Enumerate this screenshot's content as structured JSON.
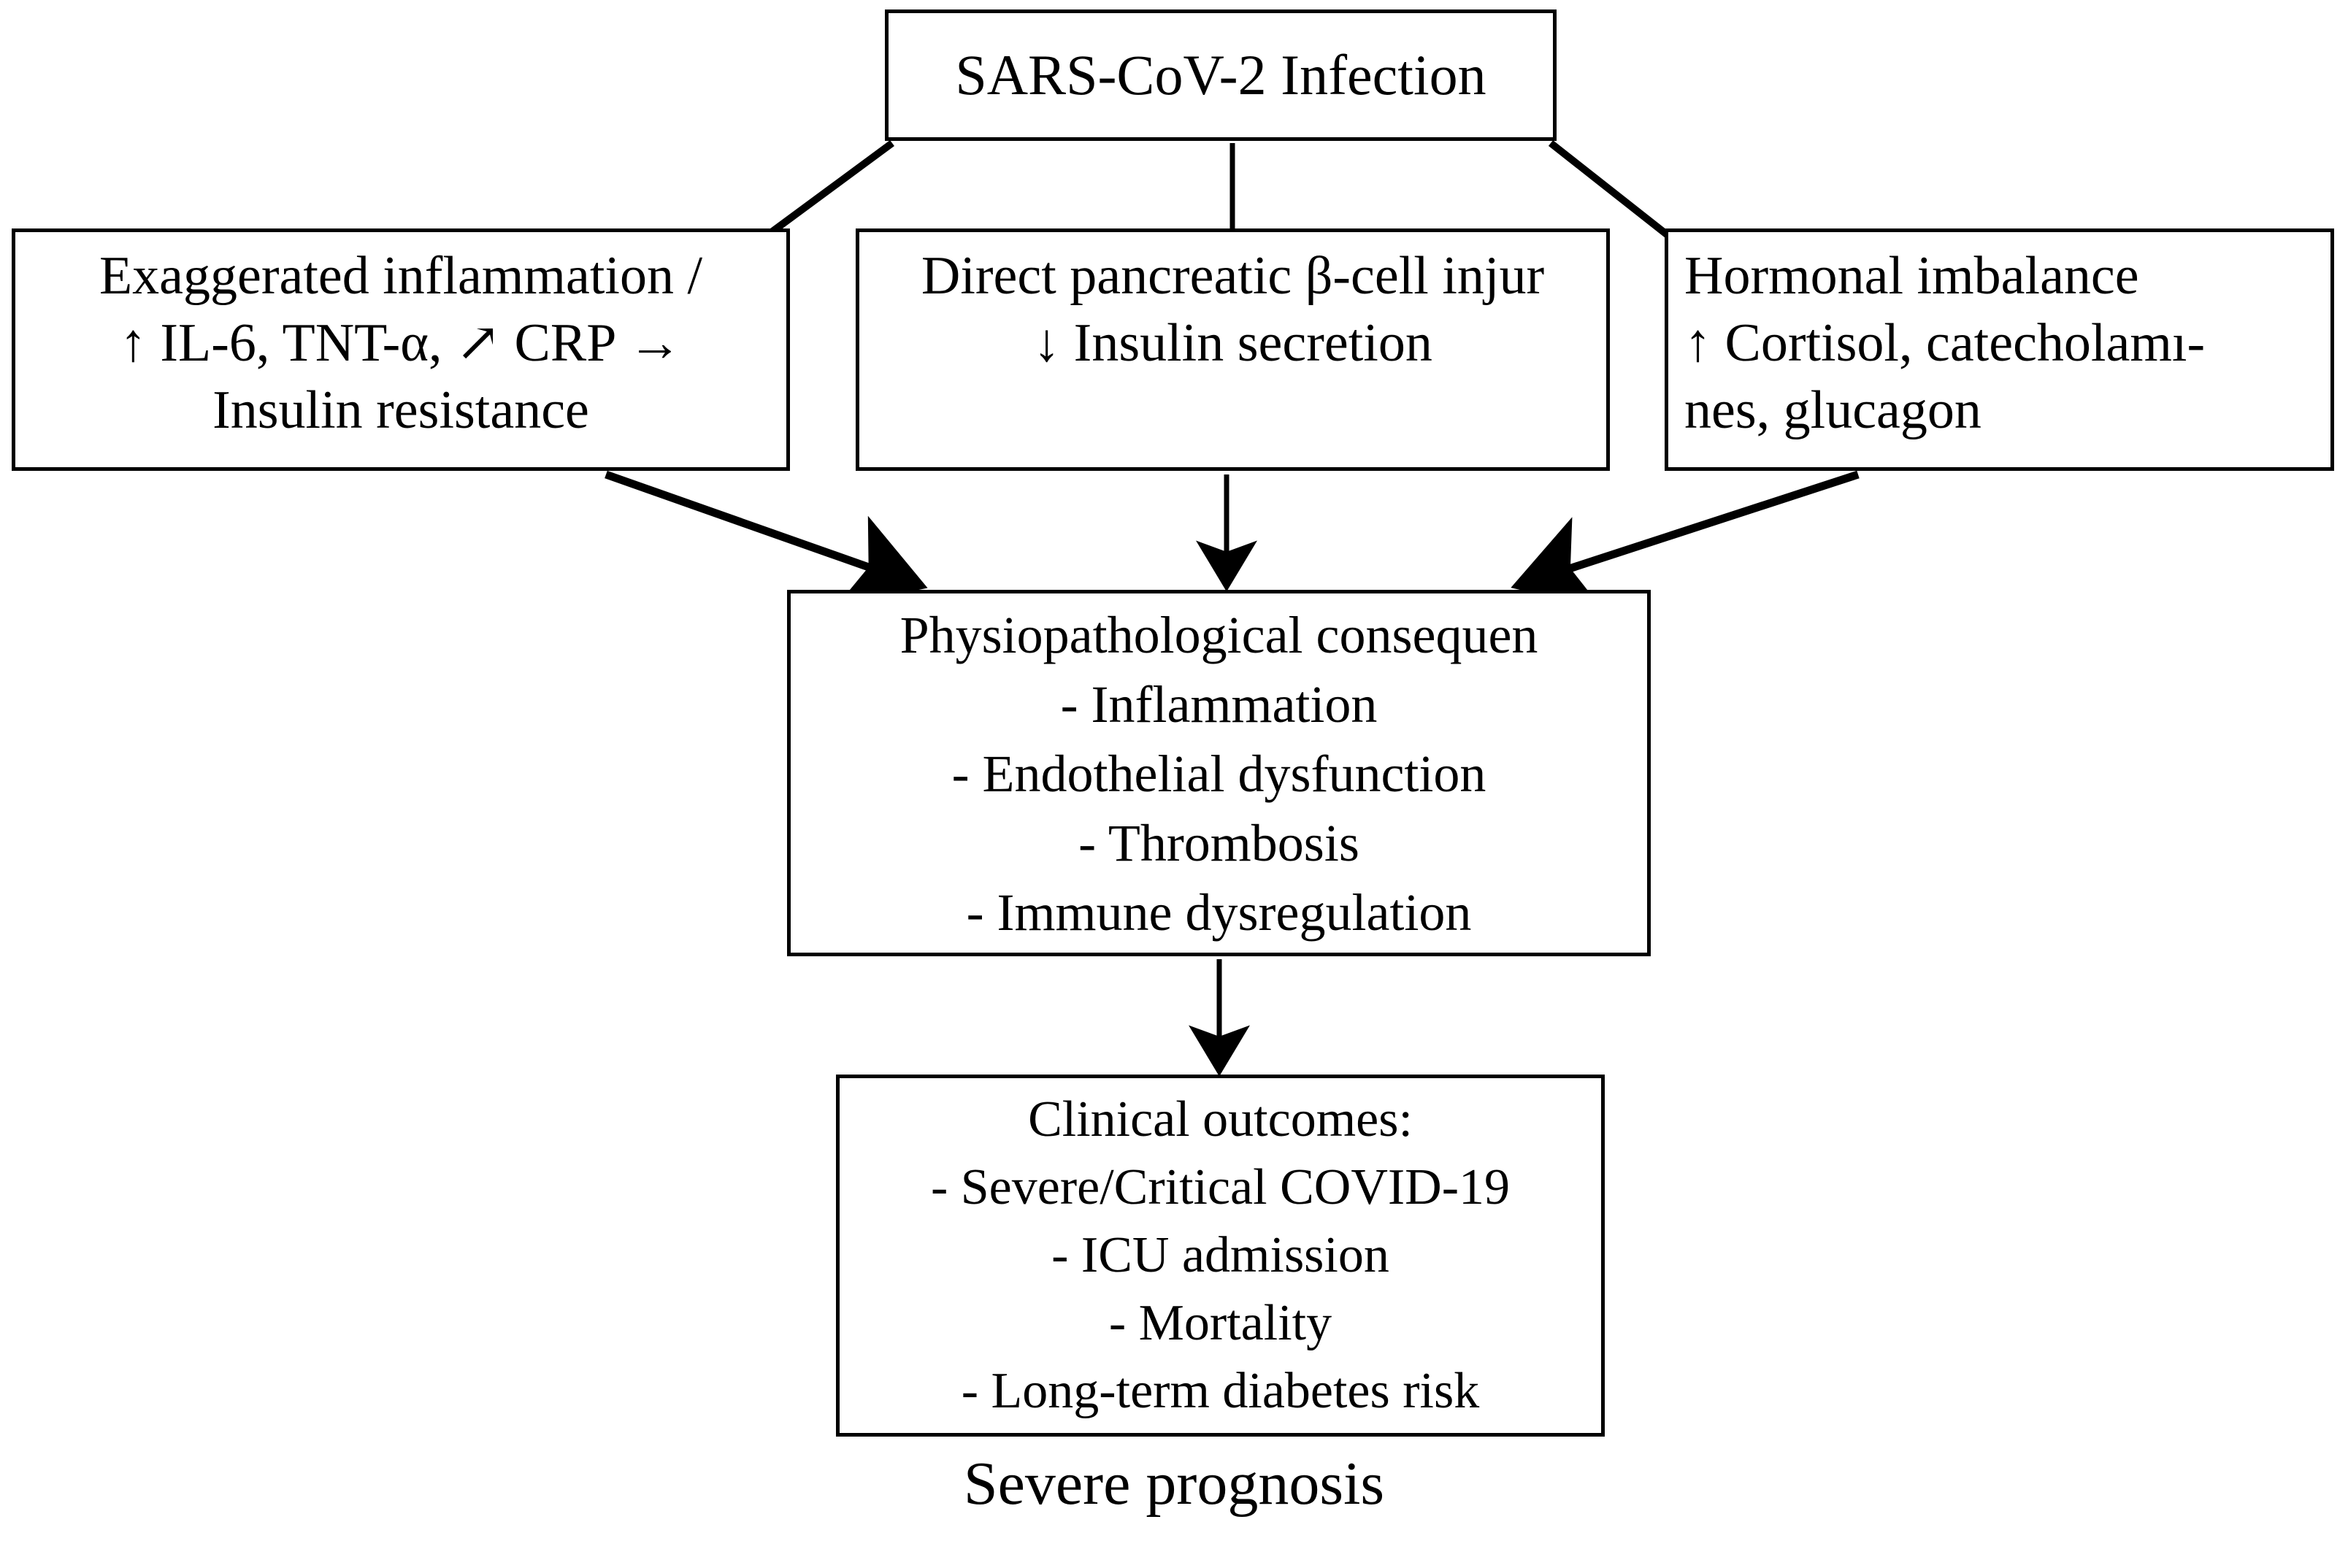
{
  "diagram": {
    "title": "SARS-CoV-2 Infection pathophysiology flowchart",
    "caption": "Severe prognosis",
    "colors": {
      "background": "#ffffff",
      "stroke": "#000000",
      "text": "#000000"
    },
    "nodes": {
      "root": {
        "name": "SARS-CoV-2 Infection",
        "lines": [
          "SARS-CoV-2 Infection"
        ]
      },
      "inflammation": {
        "name": "Exaggerated inflammation / Insulin resistance",
        "lines": [
          "Exaggerated inflammation /",
          "↑ IL-6, TNT-α, ↗ CRP →",
          "Insulin resistance"
        ]
      },
      "beta_cell": {
        "name": "Direct pancreatic beta-cell injury",
        "lines": [
          "Direct pancreatic β-cell injur",
          "↓ Insulin secretion"
        ]
      },
      "hormonal": {
        "name": "Hormonal imbalance",
        "lines": [
          "Hormonal imbalance",
          "↑ Cortisol, catecholamı-",
          "nes, glucagon"
        ]
      },
      "consequences": {
        "name": "Physiopathological consequences",
        "lines": [
          "Physiopathological consequen",
          "- Inflammation",
          "- Endothelial dysfunction",
          "- Thrombosis",
          "- Immune dysregulation"
        ]
      },
      "outcomes": {
        "name": "Clinical outcomes",
        "lines": [
          "Clinical outcomes:",
          "- Severe/Critical COVID-19",
          "- ICU admission",
          "- Mortality",
          "- Long-term diabetes risk"
        ]
      }
    },
    "edges": [
      {
        "from": "root",
        "to": "inflammation",
        "style": "diagonal-arrow"
      },
      {
        "from": "root",
        "to": "beta_cell",
        "style": "vertical-arrow"
      },
      {
        "from": "root",
        "to": "hormonal",
        "style": "diagonal-arrow"
      },
      {
        "from": "inflammation",
        "to": "consequences",
        "style": "diagonal-arrow"
      },
      {
        "from": "beta_cell",
        "to": "consequences",
        "style": "vertical-arrow"
      },
      {
        "from": "hormonal",
        "to": "consequences",
        "style": "diagonal-arrow"
      },
      {
        "from": "consequences",
        "to": "outcomes",
        "style": "vertical-arrow"
      }
    ]
  }
}
